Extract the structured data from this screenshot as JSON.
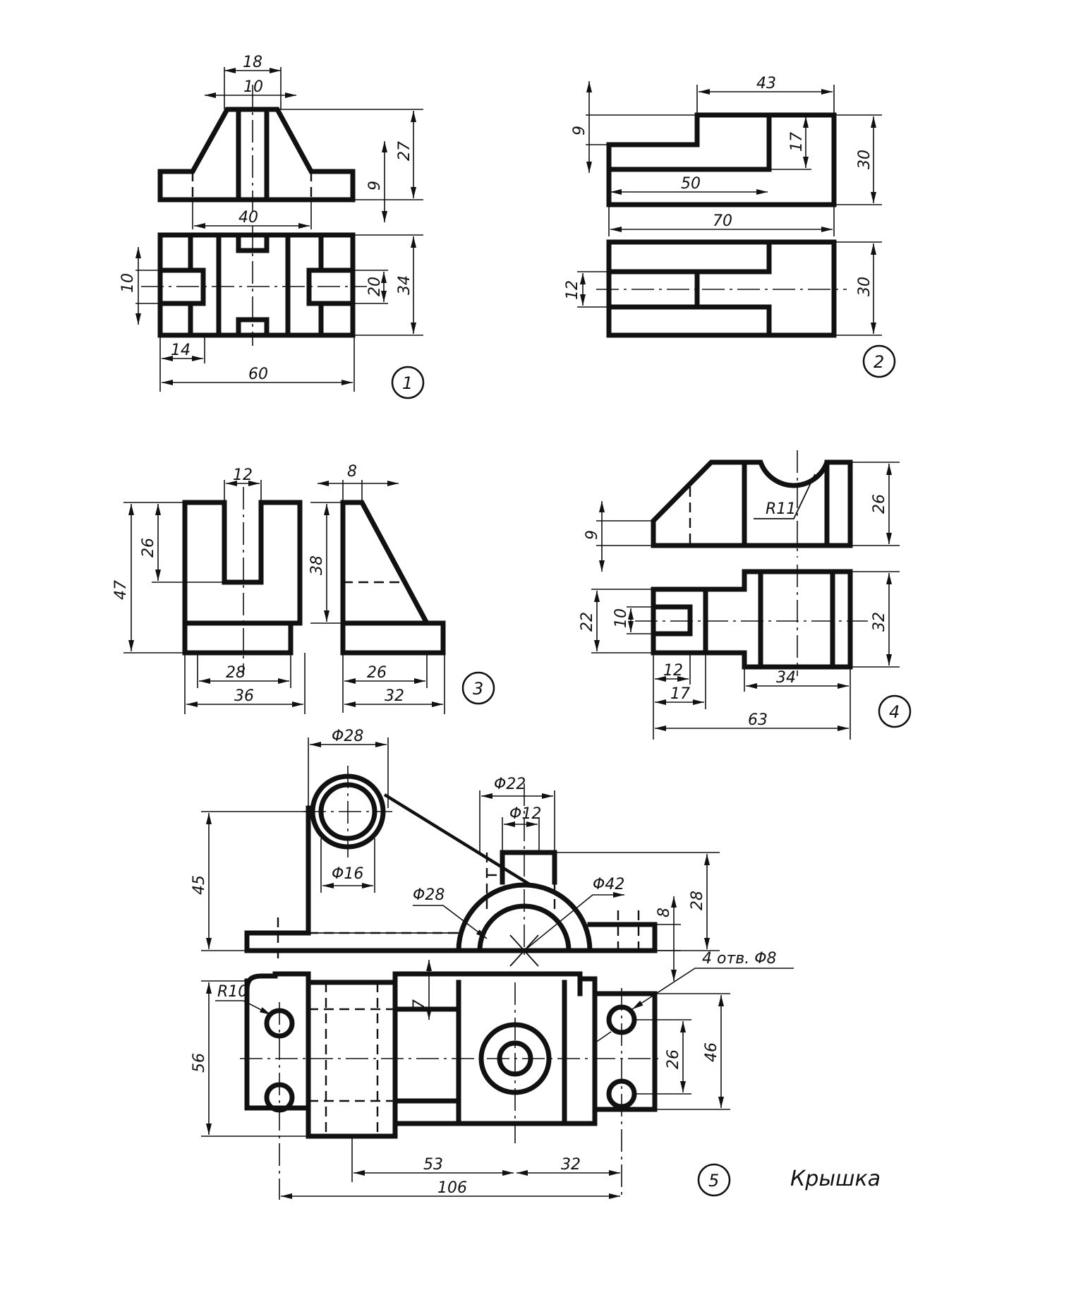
{
  "fig1": {
    "number": "1",
    "d18": "18",
    "d10": "10",
    "d27": "27",
    "d9": "9",
    "d40": "40",
    "d10b": "10",
    "d20": "20",
    "d34": "34",
    "d14": "14",
    "d60": "60"
  },
  "fig2": {
    "number": "2",
    "d43": "43",
    "d9": "9",
    "d17": "17",
    "d30a": "30",
    "d50": "50",
    "d70": "70",
    "d12": "12",
    "d30b": "30"
  },
  "fig3": {
    "number": "3",
    "d12": "12",
    "d8": "8",
    "d26": "26",
    "d47": "47",
    "d38": "38",
    "d28": "28",
    "d26b": "26",
    "d36": "36",
    "d32": "32"
  },
  "fig4": {
    "number": "4",
    "r11": "R11",
    "d26": "26",
    "d9": "9",
    "d22": "22",
    "d10": "10",
    "d32": "32",
    "d12": "12",
    "d34": "34",
    "d17": "17",
    "d63": "63"
  },
  "fig5": {
    "number": "5",
    "caption": "Крышка",
    "phi28a": "Φ28",
    "phi22": "Φ22",
    "phi12": "Φ12",
    "phi16": "Φ16",
    "phi28b": "Φ28",
    "phi42": "Φ42",
    "d45": "45",
    "d8": "8",
    "d28": "28",
    "holes": "4 отв. Φ8",
    "r10": "R10",
    "d7": "7",
    "d56": "56",
    "d26": "26",
    "d46": "46",
    "d53": "53",
    "d32": "32",
    "d106": "106"
  }
}
